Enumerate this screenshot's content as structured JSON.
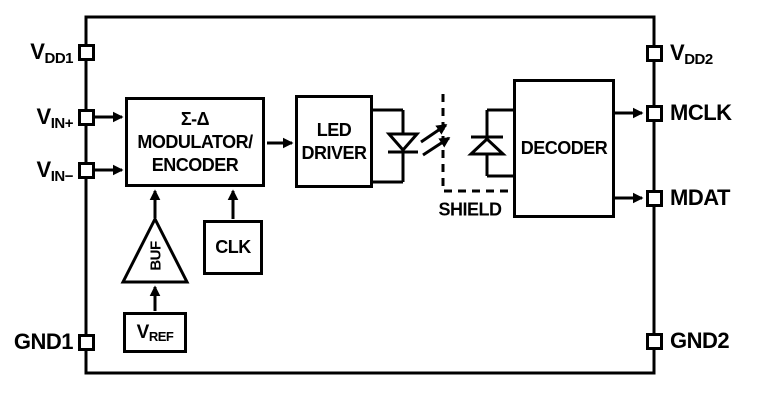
{
  "colors": {
    "line": "#000000",
    "background": "#ffffff",
    "text": "#000000"
  },
  "pins": {
    "left": [
      {
        "name": "VDD1",
        "main": "V",
        "sub": "DD1"
      },
      {
        "name": "VIN+",
        "main": "V",
        "sub": "IN+"
      },
      {
        "name": "VIN-",
        "main": "V",
        "sub": "IN−"
      },
      {
        "name": "GND1",
        "main": "GND1",
        "sub": ""
      }
    ],
    "right": [
      {
        "name": "VDD2",
        "main": "V",
        "sub": "DD2"
      },
      {
        "name": "MCLK",
        "main": "MCLK",
        "sub": ""
      },
      {
        "name": "MDAT",
        "main": "MDAT",
        "sub": ""
      },
      {
        "name": "GND2",
        "main": "GND2",
        "sub": ""
      }
    ]
  },
  "blocks": {
    "modulator": {
      "line1": "Σ-Δ",
      "line2": "MODULATOR/",
      "line3": "ENCODER"
    },
    "led_driver": {
      "line1": "LED",
      "line2": "DRIVER"
    },
    "decoder": {
      "label": "DECODER"
    },
    "clk": {
      "label": "CLK"
    },
    "buf": {
      "label": "BUF"
    },
    "vref": {
      "main": "V",
      "sub": "REF"
    },
    "shield": {
      "label": "SHIELD"
    }
  }
}
